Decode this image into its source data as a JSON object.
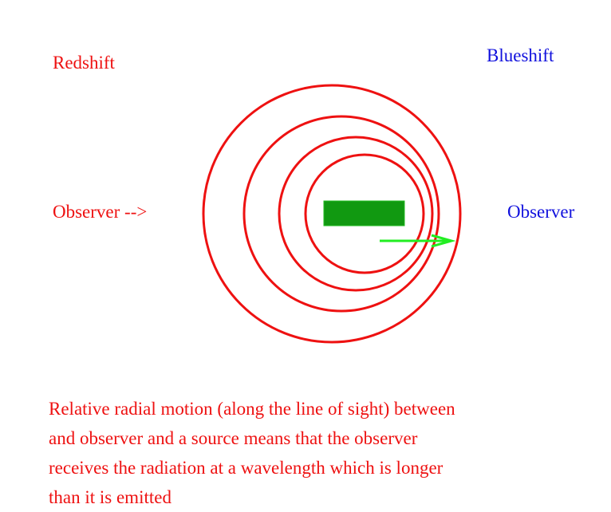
{
  "labels": {
    "redshift": "Redshift",
    "blueshift": "Blueshift",
    "observer_left": "Observer -->",
    "observer_right": "Observer"
  },
  "caption_lines": [
    "Relative radial motion (along the line of sight) between",
    "and observer and a source means that the observer",
    "receives the radiation at a wavelength which is longer",
    "than it is emitted"
  ],
  "colors": {
    "red": "#ee1111",
    "blue": "#1111dd",
    "source_green": "#119911",
    "arrow_green": "#22ee22",
    "background": "#ffffff"
  }
}
